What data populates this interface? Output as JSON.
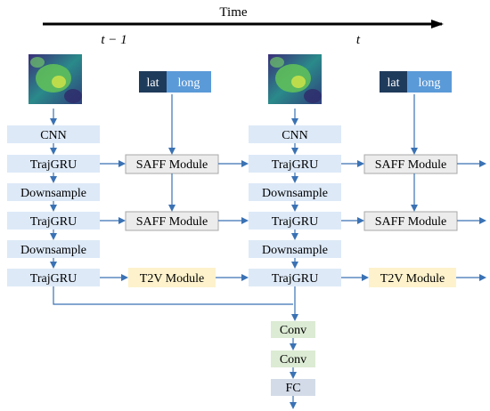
{
  "timeline": {
    "label": "Time",
    "t_prev": "t − 1",
    "t_curr": "t"
  },
  "coords": {
    "lat": "lat",
    "long": "long"
  },
  "modules": {
    "cnn": "CNN",
    "trajgru": "TrajGRU",
    "downsample": "Downsample",
    "saff": "SAFF Module",
    "t2v": "T2V Module",
    "conv": "Conv",
    "fc": "FC"
  },
  "colors": {
    "blue_box": "#dde9f7",
    "grey_box": "#ececec",
    "yellow_box": "#fdf2cc",
    "green_box": "#dcebd4",
    "fc_box": "#d3dbe8",
    "lat_bg": "#1f3b5c",
    "long_bg": "#5b9ad8",
    "arrow": "#3a72b4"
  }
}
